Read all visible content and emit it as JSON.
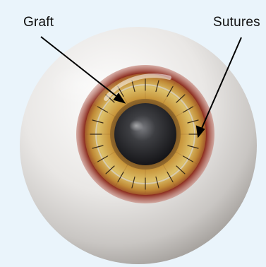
{
  "labels": {
    "graft": "Graft",
    "sutures": "Sutures"
  },
  "colors": {
    "background": "#eaf4fb",
    "sclera": "#e6e4e2",
    "limbus": "#8a2a1c",
    "iris": "#c9a14a",
    "pupil": "#2a2b2e",
    "suture": "#2a2018",
    "pointer": "#000000"
  },
  "icons": {
    "graft_pointer": "arrow",
    "sutures_pointer": "arrow"
  }
}
